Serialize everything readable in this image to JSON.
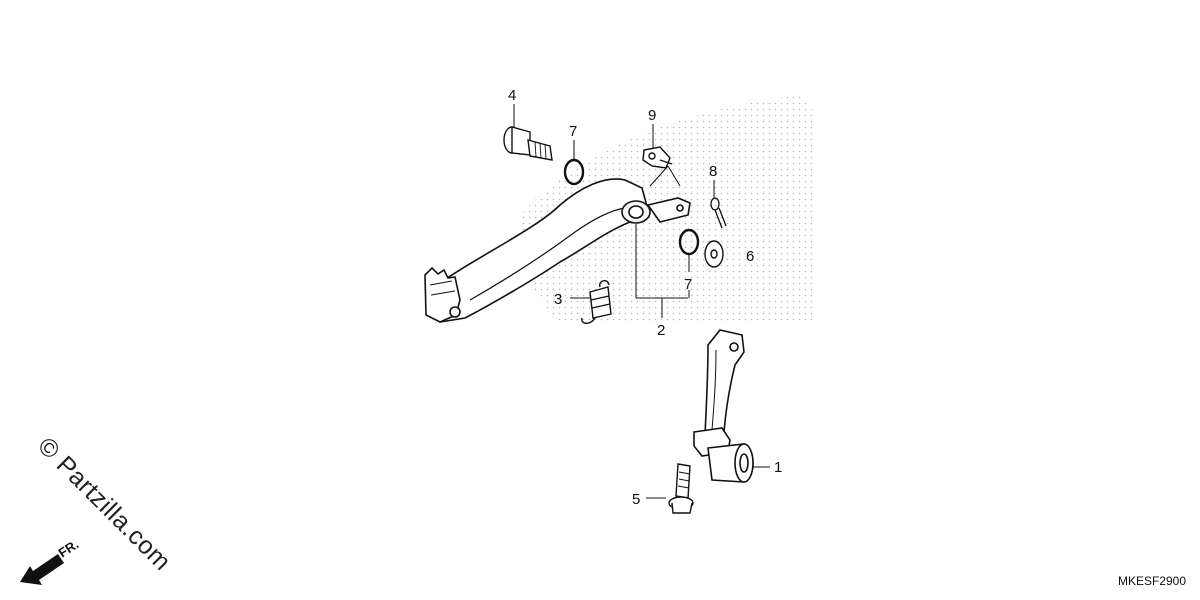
{
  "diagram": {
    "callouts": {
      "c1": "1",
      "c2": "2",
      "c3": "3",
      "c4": "4",
      "c5": "5",
      "c6": "6",
      "c7a": "7",
      "c7b": "7",
      "c8": "8",
      "c9": "9"
    },
    "watermark": "© Partzilla.com",
    "front_label": "FR.",
    "drawing_code": "MKESF2900"
  }
}
